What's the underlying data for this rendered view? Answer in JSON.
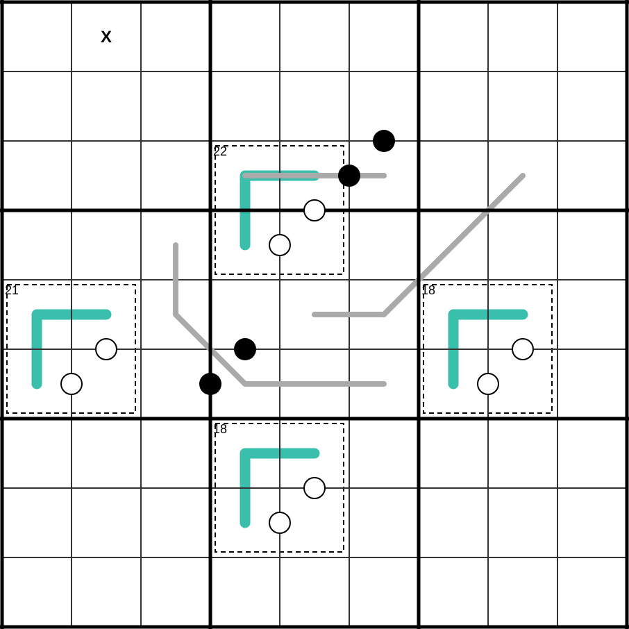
{
  "puzzle": {
    "size": 9,
    "box": 3,
    "colors": {
      "teal": "#3bbfad",
      "gray": "#aaaaaa",
      "line": "#000000"
    },
    "marks": [
      {
        "row": 0,
        "col": 1,
        "text": "X"
      }
    ],
    "cages": [
      {
        "sum": "22",
        "row": 2,
        "col": 3
      },
      {
        "sum": "21",
        "row": 4,
        "col": 0
      },
      {
        "sum": "18",
        "row": 4,
        "col": 6
      },
      {
        "sum": "18",
        "row": 6,
        "col": 3
      }
    ],
    "lines": [
      [
        [
          3.5,
          2.5
        ],
        [
          4.5,
          2.5
        ],
        [
          5.5,
          2.5
        ]
      ],
      [
        [
          2.5,
          3.5
        ],
        [
          2.5,
          4.5
        ],
        [
          3.5,
          5.5
        ],
        [
          5.5,
          5.5
        ]
      ],
      [
        [
          4.5,
          4.5
        ],
        [
          5.5,
          4.5
        ],
        [
          7.5,
          2.5
        ]
      ]
    ],
    "black_dots": [
      [
        5.5,
        2
      ],
      [
        5,
        2.5
      ],
      [
        3.5,
        5
      ],
      [
        3,
        5.5
      ]
    ]
  }
}
